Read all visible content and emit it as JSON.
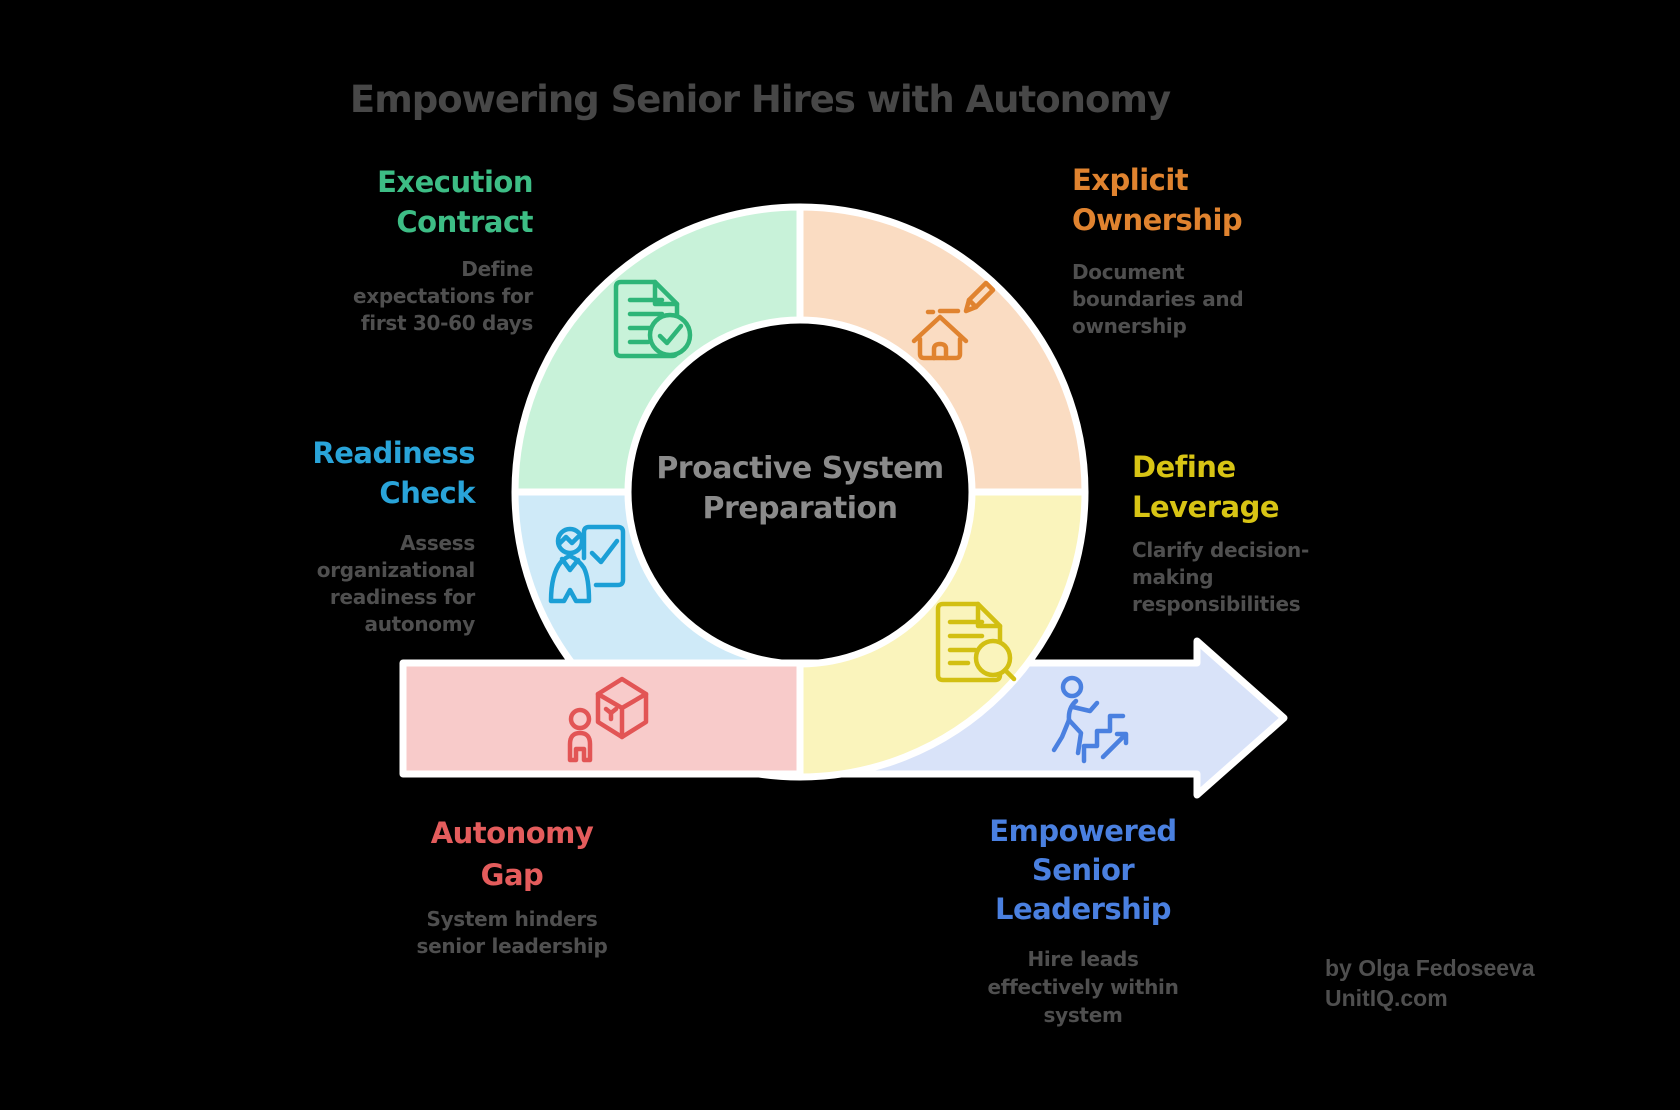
{
  "title": "Empowering Senior Hires with Autonomy",
  "center_label": "Proactive System\nPreparation",
  "attribution": "by Olga Fedoseeva\nUnitIQ.com",
  "sections": [
    {
      "id": "execution-contract",
      "title": "Execution\nContract",
      "description": "Define\nexpectations for\nfirst 30-60 days",
      "color": "#3dbd85",
      "icon_color": "#2eb578",
      "fill": "#c8f2d9",
      "icon": "document-check"
    },
    {
      "id": "explicit-ownership",
      "title": "Explicit\nOwnership",
      "description": "Document\nboundaries and\nownership",
      "color": "#e0832f",
      "icon_color": "#e0832f",
      "fill": "#fadcc2",
      "icon": "house-pencil"
    },
    {
      "id": "readiness-check",
      "title": "Readiness\nCheck",
      "description": "Assess\norganizational\nreadiness for\nautonomy",
      "color": "#29a4d9",
      "icon_color": "#1b9fd6",
      "fill": "#cfeaf8",
      "icon": "person-checkboard"
    },
    {
      "id": "define-leverage",
      "title": "Define\nLeverage",
      "description": "Clarify decision-\nmaking\nresponsibilities",
      "color": "#d8c414",
      "icon_color": "#d2bf12",
      "fill": "#faf4bc",
      "icon": "document-search"
    },
    {
      "id": "autonomy-gap",
      "title": "Autonomy\nGap",
      "description": "System hinders\nsenior leadership",
      "color": "#e45c5c",
      "icon_color": "#e25555",
      "fill": "#f8cbca",
      "icon": "person-box"
    },
    {
      "id": "empowered-senior-leadership",
      "title": "Empowered\nSenior\nLeadership",
      "description": "Hire leads\neffectively within\nsystem",
      "color": "#4a80e0",
      "icon_color": "#4a80e0",
      "fill": "#d9e3f9",
      "icon": "person-stairs"
    }
  ]
}
